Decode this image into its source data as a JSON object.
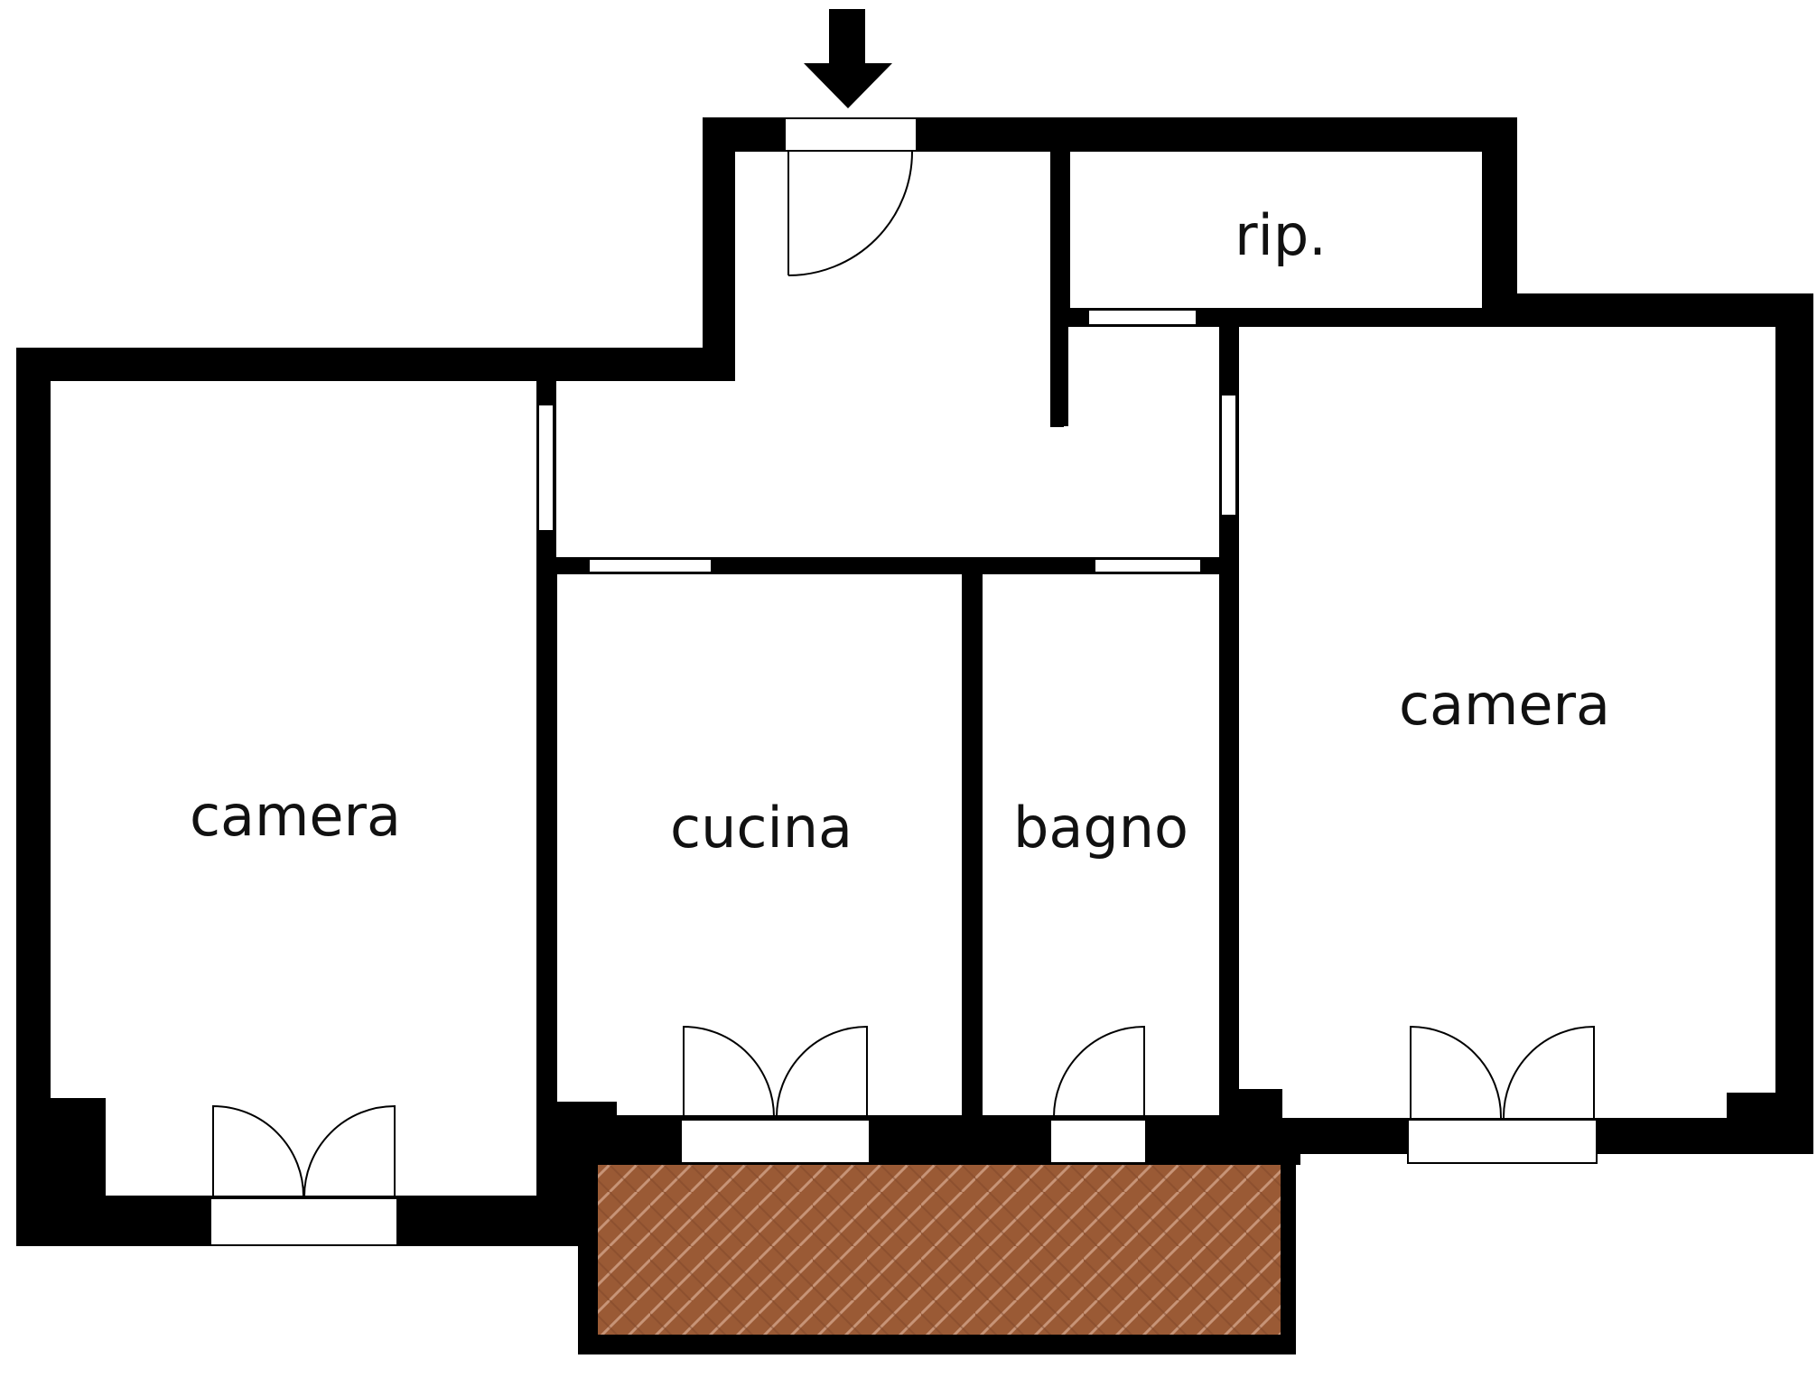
{
  "colors": {
    "wall": "#000000",
    "floor": "#ffffff",
    "opening": "#ffffff",
    "terrace": "#9a5a35",
    "terrace_joint": "#c79477"
  },
  "icons": {
    "entrance": "arrow-down-icon"
  },
  "rooms": {
    "storage_label": "rip.",
    "bedroom_left_label": "camera",
    "kitchen_label": "cucina",
    "bathroom_label": "bagno",
    "bedroom_right_label": "camera"
  }
}
